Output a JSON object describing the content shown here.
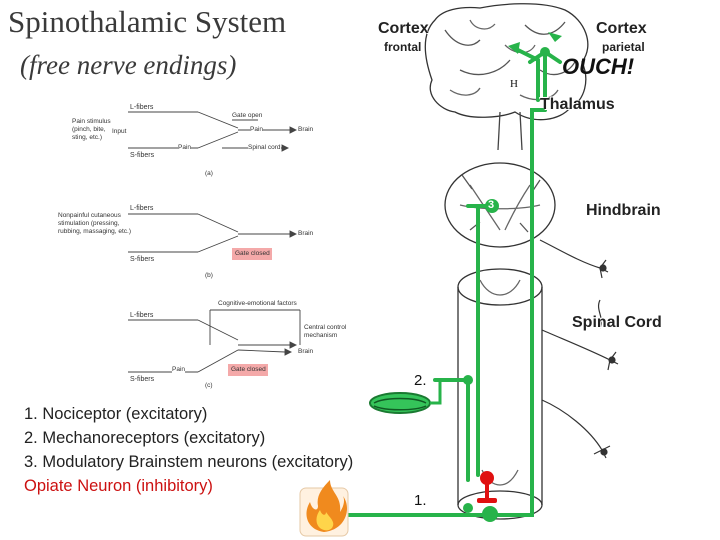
{
  "header": {
    "title": "Spinothalamic System",
    "subtitle": "(free nerve endings)"
  },
  "brain_labels": {
    "cortex_frontal_title": "Cortex",
    "cortex_frontal_sub": "frontal",
    "cortex_parietal_title": "Cortex",
    "cortex_parietal_sub": "parietal",
    "ouch": "OUCH!",
    "thalamus": "Thalamus",
    "hindbrain": "Hindbrain",
    "spinal_cord": "Spinal Cord",
    "marker_3": "3",
    "marker_h": "H"
  },
  "gate_diagrams": {
    "a": {
      "caption": "(a)",
      "l_fibers": "L-fibers",
      "s_fibers": "S-fibers",
      "stimulus": "Pain stimulus\n(pinch, bite,\nsting, etc.)",
      "input": "Input",
      "gate": "Gate open",
      "pain1": "Pain",
      "pain2": "Pain",
      "brain": "Brain",
      "cord": "Spinal cord"
    },
    "b": {
      "caption": "(b)",
      "l_fibers": "L-fibers",
      "s_fibers": "S-fibers",
      "stimulus": "Nonpainful cutaneous\nstimulation (pressing,\nrubbing, massaging, etc.)",
      "brain": "Brain",
      "gate": "Gate closed"
    },
    "c": {
      "caption": "(c)",
      "l_fibers": "L-fibers",
      "s_fibers": "S-fibers",
      "factors": "Cognitive-emotional factors",
      "central": "Central control\nmechanism",
      "brain": "Brain",
      "pain": "Pain",
      "gate": "Gate closed"
    }
  },
  "legend": {
    "item1": "1. Nociceptor (excitatory)",
    "item2": "2. Mechanoreceptors (excitatory)",
    "item3": "3. Modulatory Brainstem neurons (excitatory)",
    "item4": "Opiate Neuron (inhibitory)"
  },
  "pathway_markers": {
    "m1": "1.",
    "m2": "2."
  },
  "colors": {
    "pathway": "#27b34a",
    "opiate": "#e01010",
    "flame": "#f08a1e",
    "gate_closed_fill": "#f4a9a9",
    "text": "#3a3a3a"
  },
  "icons": [
    "flame-icon",
    "mechanoreceptor-icon",
    "opiate-neuron-icon"
  ]
}
